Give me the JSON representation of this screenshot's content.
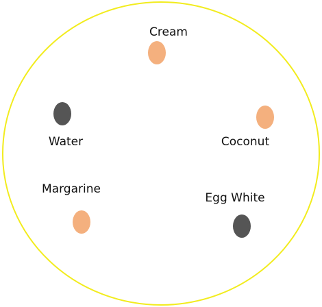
{
  "diagram": {
    "boundary_color": "#f2ec1e",
    "items": [
      {
        "label": "Cream",
        "color": "#f4b07e"
      },
      {
        "label": "Water",
        "color": "#555555"
      },
      {
        "label": "Coconut",
        "color": "#f4b07e"
      },
      {
        "label": "Margarine",
        "color": "#f4b07e"
      },
      {
        "label": "Egg White",
        "color": "#555555"
      }
    ]
  }
}
